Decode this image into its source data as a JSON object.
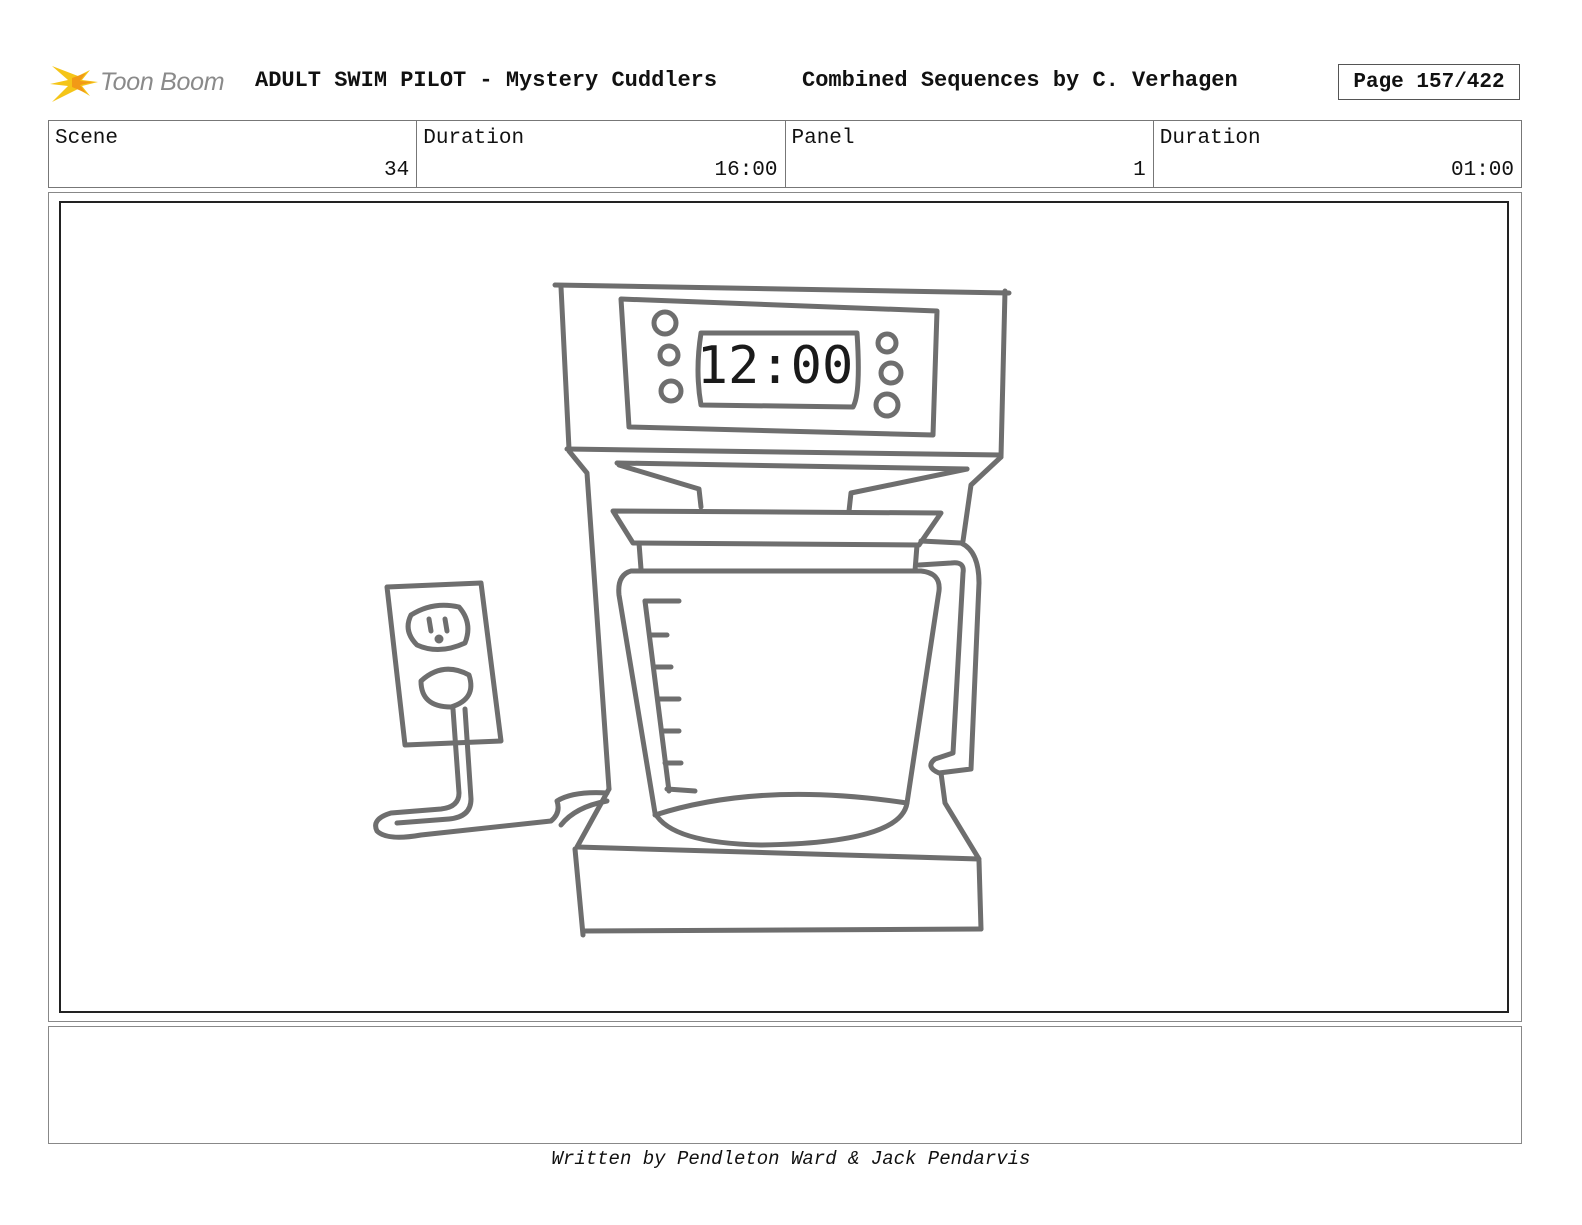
{
  "header": {
    "logo_text": "Toon Boom",
    "title": "ADULT SWIM PILOT - Mystery Cuddlers",
    "subtitle": "Combined Sequences by C. Verhagen",
    "page_label": "Page 157/422"
  },
  "info": {
    "scene_label": "Scene",
    "scene_value": "34",
    "scene_duration_label": "Duration",
    "scene_duration_value": "16:00",
    "panel_label": "Panel",
    "panel_value": "1",
    "panel_duration_label": "Duration",
    "panel_duration_value": "01:00"
  },
  "panel": {
    "clock_display": "12:00"
  },
  "notes": {
    "text": ""
  },
  "footer": {
    "credit": "Written by Pendleton Ward & Jack Pendarvis"
  },
  "colors": {
    "sketch_stroke": "#6e6e6e",
    "logo_yellow": "#f5c518",
    "logo_orange": "#f29a16"
  }
}
